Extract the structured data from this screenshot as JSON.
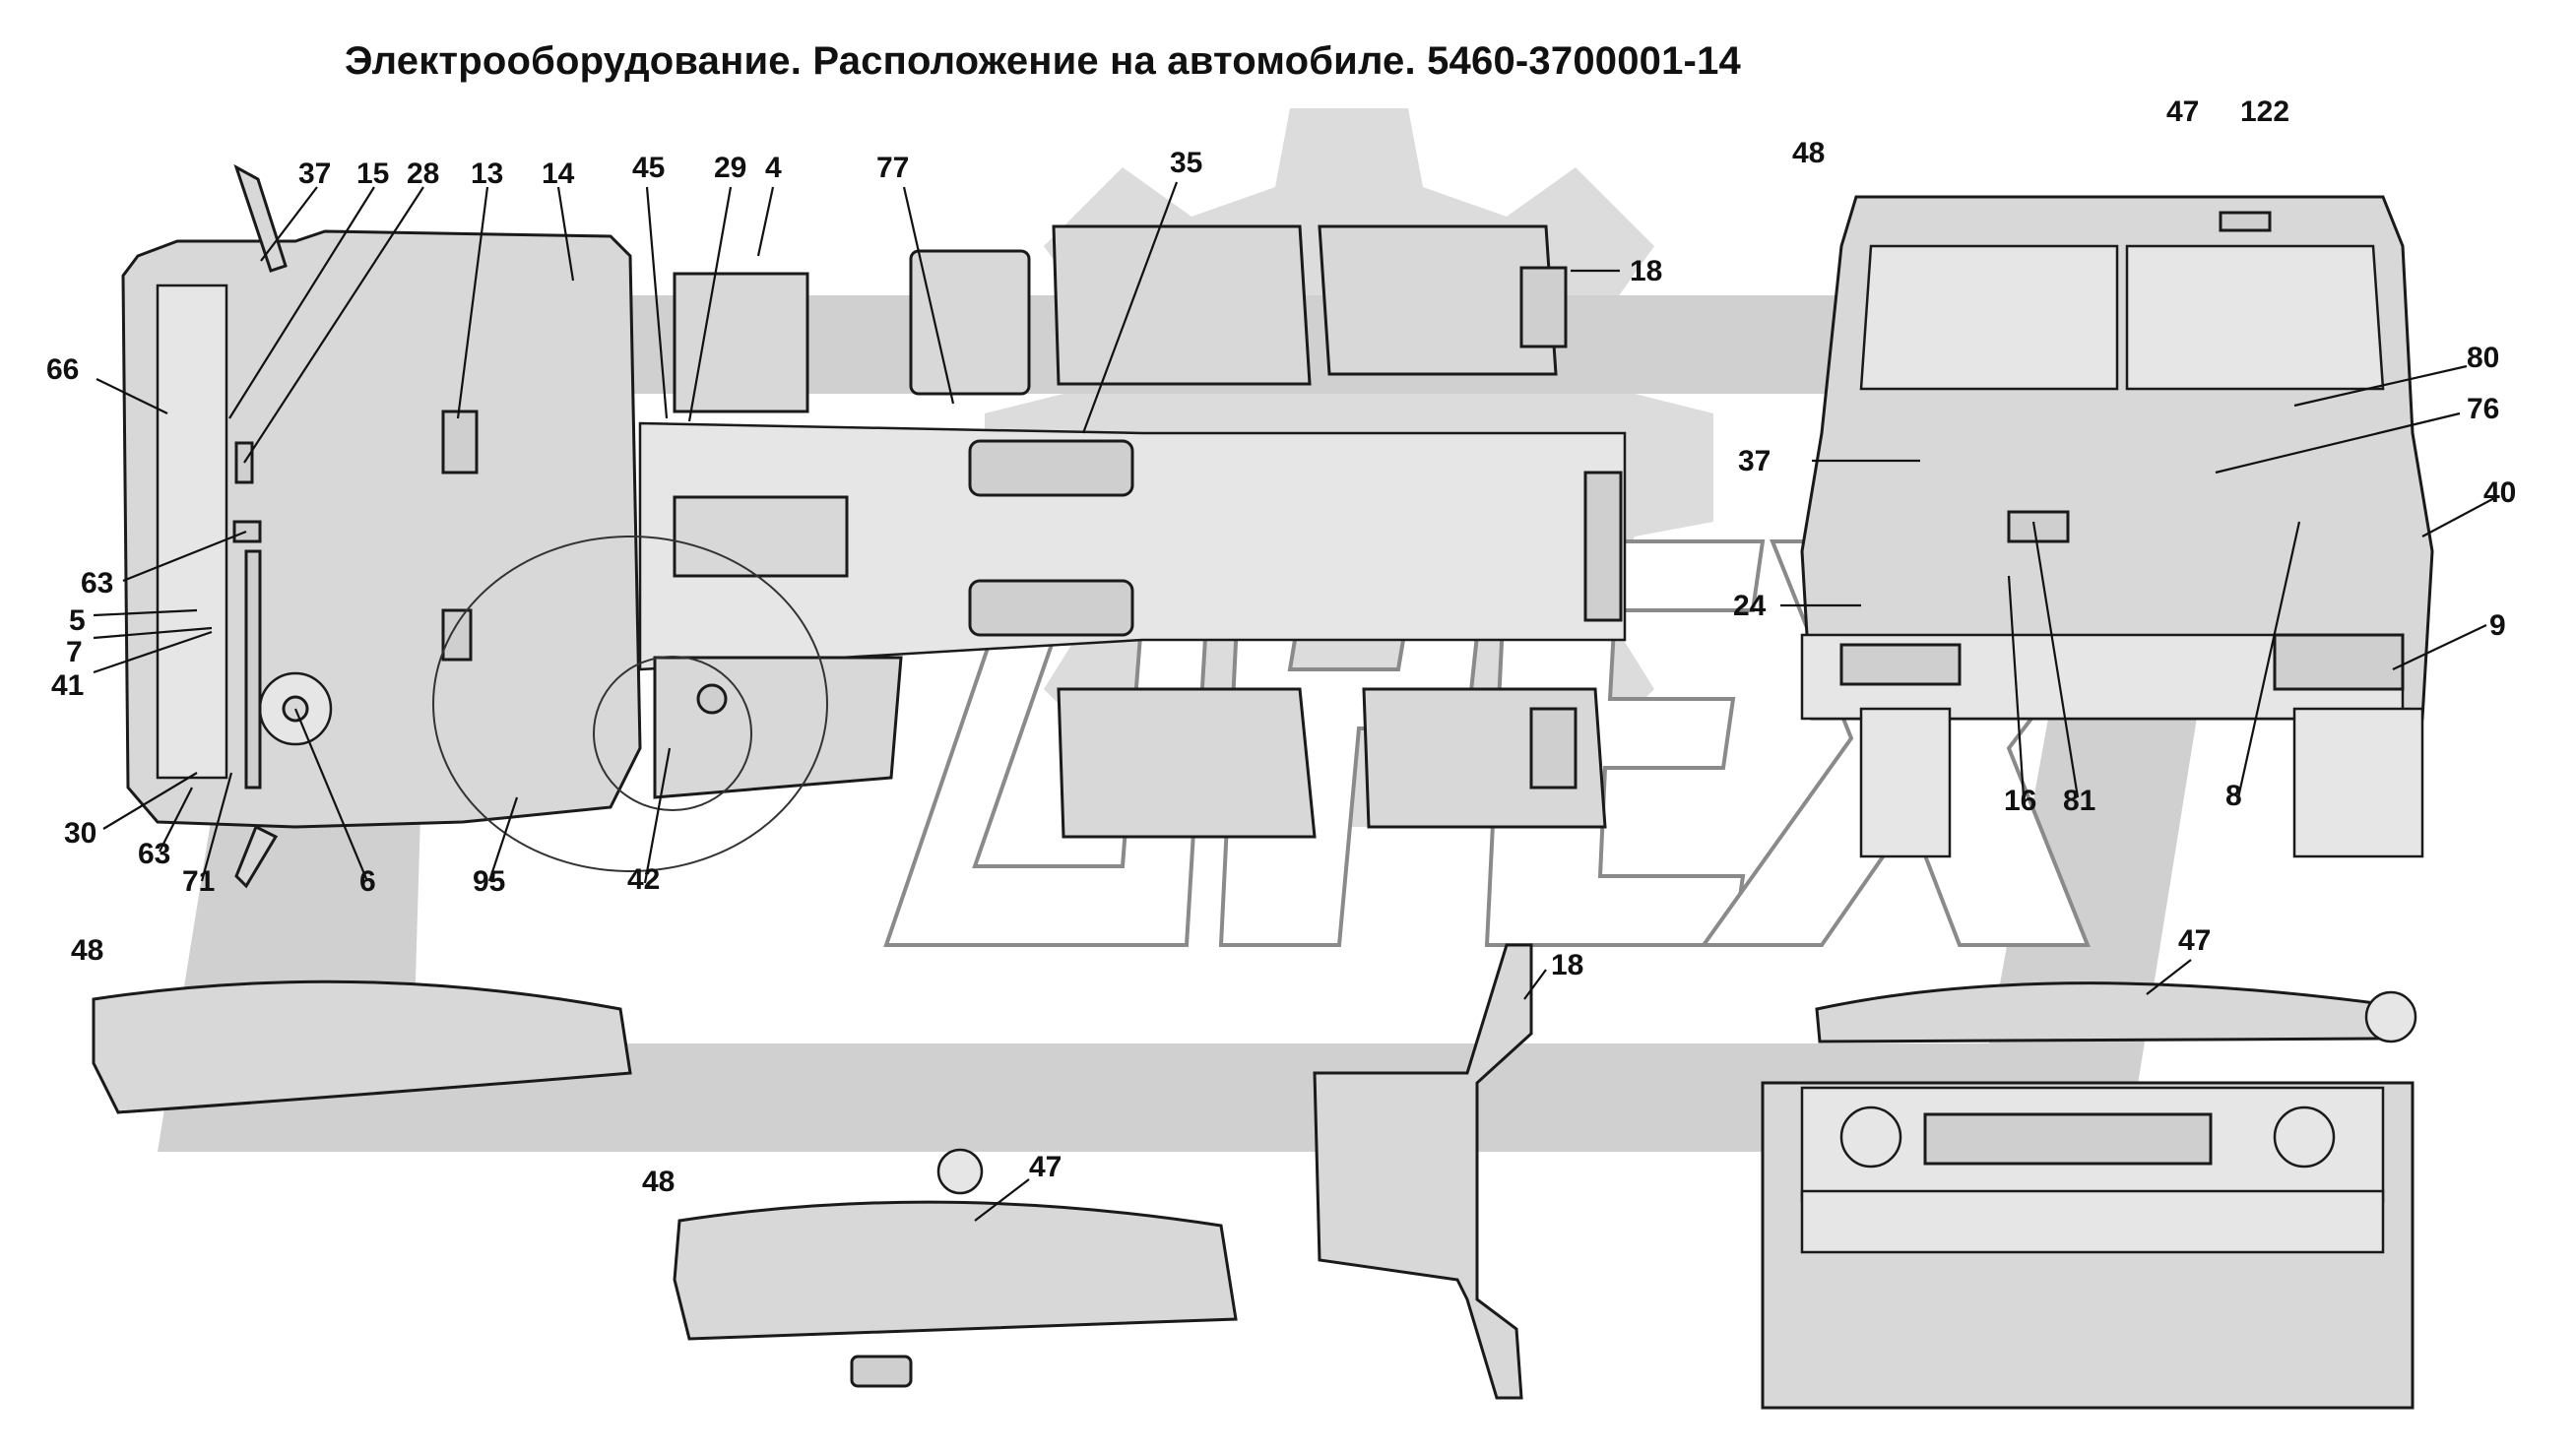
{
  "title": "Электрооборудование. Расположение на автомобиле. 5460-3700001-14",
  "watermark": {
    "color": "#c4c4c4",
    "letters": "OPEX"
  },
  "callouts": {
    "c37a": "37",
    "c15": "15",
    "c28": "28",
    "c13": "13",
    "c14": "14",
    "c45": "45",
    "c29": "29",
    "c4": "4",
    "c77": "77",
    "c35": "35",
    "c18a": "18",
    "c66": "66",
    "c63a": "63",
    "c5": "5",
    "c7": "7",
    "c41": "41",
    "c30": "30",
    "c63b": "63",
    "c71": "71",
    "c6": "6",
    "c95": "95",
    "c42": "42",
    "c48a": "48",
    "c47a": "47",
    "c122": "122",
    "c80": "80",
    "c76": "76",
    "c37b": "37",
    "c40": "40",
    "c24": "24",
    "c9": "9",
    "c16": "16",
    "c81": "81",
    "c8": "8",
    "c48b": "48",
    "c18b": "18",
    "c47b": "47",
    "c48c": "48",
    "c47c": "47"
  }
}
